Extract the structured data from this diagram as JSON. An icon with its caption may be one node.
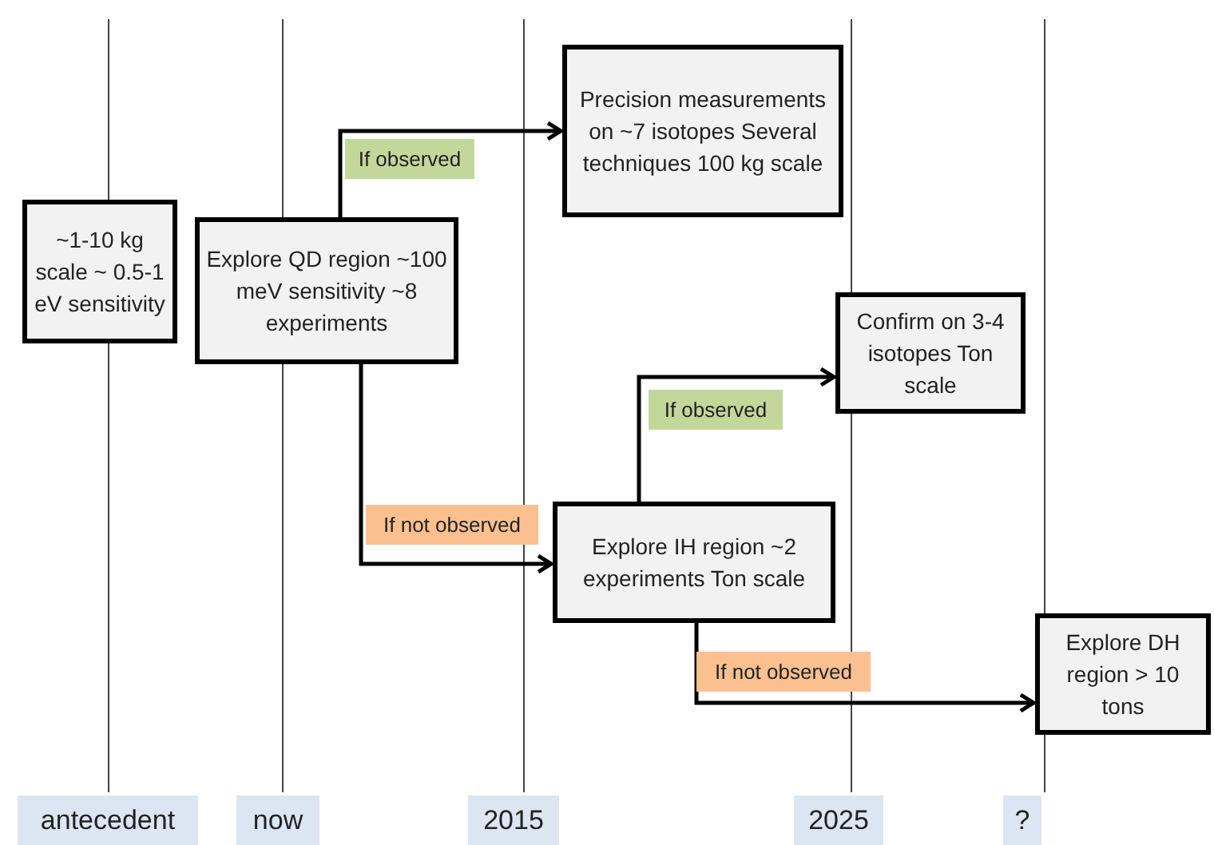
{
  "diagram": {
    "nodes": [
      {
        "text": [
          "~1-10 kg scale ~ 0.5-1 eV sensitivity"
        ]
      },
      {
        "text": [
          "Explore QD region ~100 meV sensitivity ~8 experiments"
        ]
      },
      {
        "text": [
          "Precision measurements on ~7 isotopes Several techniques 100 kg scale"
        ]
      },
      {
        "text": [
          "Confirm on 3-4 isotopes Ton scale"
        ]
      },
      {
        "text": [
          "Explore IH region ~2 experiments Ton scale"
        ]
      },
      {
        "text": [
          "Explore DH region > 10 tons"
        ]
      },
      {
        "text": [
          "antecedent"
        ]
      },
      {
        "text": [
          "now"
        ]
      },
      {
        "text": [
          "2015"
        ]
      },
      {
        "text": [
          "2025"
        ]
      },
      {
        "text": [
          "?"
        ]
      }
    ],
    "edges": [
      {
        "from": 1,
        "to": 2,
        "arrow": "to",
        "label": "If observed"
      },
      {
        "from": 1,
        "to": 4,
        "arrow": "to",
        "label": "If not observed"
      },
      {
        "from": 4,
        "to": 3,
        "arrow": "to",
        "label": "If observed"
      },
      {
        "from": 4,
        "to": 5,
        "arrow": "to",
        "label": "If not observed"
      }
    ]
  }
}
